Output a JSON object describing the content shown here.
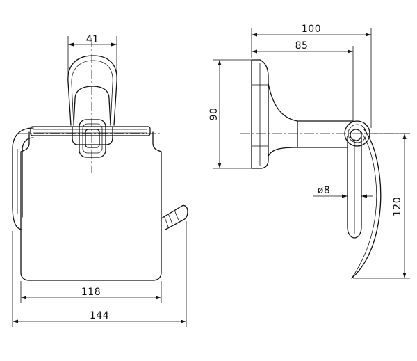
{
  "front_view": {
    "dims": {
      "bracket_width": "41",
      "cover_width": "118",
      "overall_width": "144"
    }
  },
  "side_view": {
    "dims": {
      "overall_depth": "100",
      "bar_depth": "85",
      "plate_height": "90",
      "bar_diameter": "ø8",
      "cover_height": "120"
    }
  }
}
